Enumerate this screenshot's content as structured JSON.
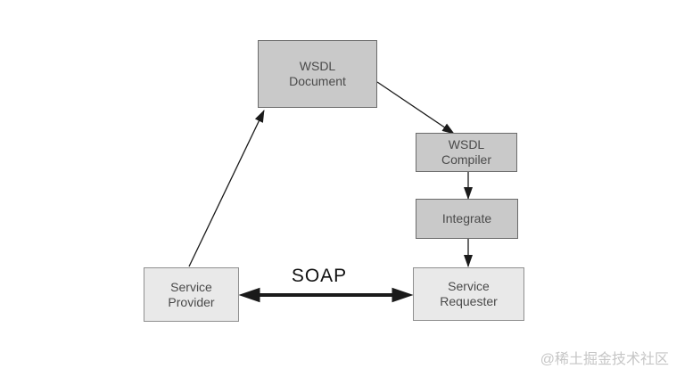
{
  "diagram": {
    "title_hint": "WSDL / SOAP web service flow diagram",
    "nodes": {
      "wsdl_document": {
        "lines": [
          "WSDL",
          "Document"
        ]
      },
      "wsdl_compiler": {
        "lines": [
          "WSDL",
          "Compiler"
        ]
      },
      "integrate": {
        "lines": [
          "Integrate"
        ]
      },
      "service_provider": {
        "lines": [
          "Service",
          "Provider"
        ]
      },
      "service_requester": {
        "lines": [
          "Service",
          "Requester"
        ]
      }
    },
    "edge_labels": {
      "soap": "SOAP"
    },
    "colors": {
      "node_fill_dark": "#c9c9c9",
      "node_fill_light": "#e9e9e9",
      "node_border_dark": "#6b6b6b",
      "node_border_light": "#8f8f8f",
      "node_text": "#4a4a4a",
      "arrow": "#1a1a1a",
      "soap_text": "#111111"
    }
  },
  "watermark": {
    "text": "@稀土掘金技术社区",
    "color": "#c6c6c6"
  }
}
